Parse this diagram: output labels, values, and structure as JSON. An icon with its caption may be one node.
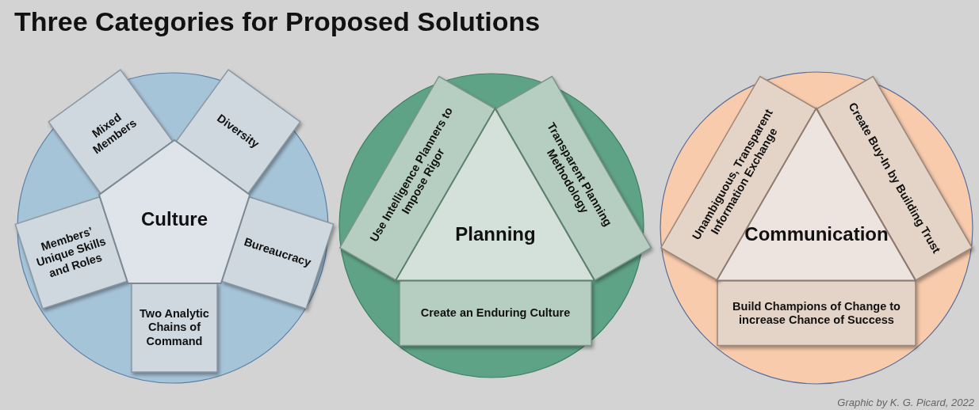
{
  "diagram": {
    "title": "Three Categories for Proposed Solutions",
    "caption": "Graphic by K. G. Picard, 2022",
    "nodes": [
      {
        "text": [],
        "shape": "circle"
      },
      {
        "text": [
          "Culture"
        ],
        "in": 0
      },
      {
        "text": [
          "Mixed Members"
        ],
        "in": 0
      },
      {
        "text": [
          "Diversity"
        ],
        "in": 0
      },
      {
        "text": [
          "Members’ Unique Skills and Roles"
        ],
        "in": 0
      },
      {
        "text": [
          "Bureaucracy"
        ],
        "in": 0
      },
      {
        "text": [
          "Two Analytic Chains of Command"
        ],
        "in": 0
      },
      {
        "text": [],
        "shape": "circle"
      },
      {
        "text": [
          "Planning"
        ],
        "in": 7
      },
      {
        "text": [
          "Use Intelligence Planners to Impose Rigor"
        ],
        "in": 7
      },
      {
        "text": [
          "Transparent Planning Methodology"
        ],
        "in": 7
      },
      {
        "text": [
          "Create an Enduring Culture"
        ],
        "in": 7
      },
      {
        "text": [],
        "shape": "circle"
      },
      {
        "text": [
          "Communication"
        ],
        "in": 12
      },
      {
        "text": [
          "Unambiguous, Transparent Information Exchange"
        ],
        "in": 12
      },
      {
        "text": [
          "Create Buy-In by Building Trust"
        ],
        "in": 12
      },
      {
        "text": [
          "Build Champions of Change to increase Chance of Success"
        ],
        "in": 12
      }
    ],
    "edges": []
  }
}
